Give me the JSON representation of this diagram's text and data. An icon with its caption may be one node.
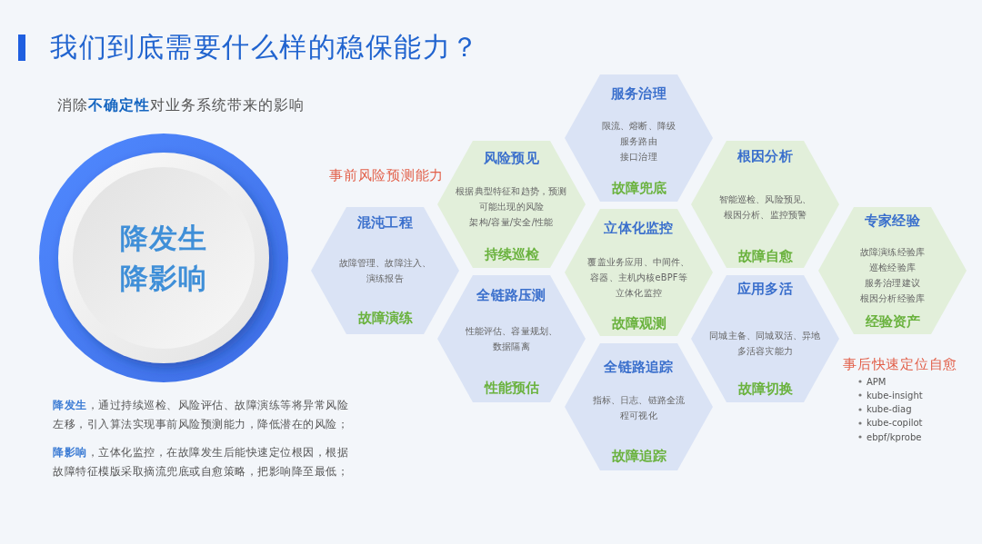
{
  "diagram": {
    "title": "我们到底需要什么样的稳保能力？",
    "nodes": [
      {
        "text": [
          "降发生",
          "降影响"
        ]
      },
      {
        "text": [
          "混沌工程",
          "故障管理、故障注入、演练报告",
          "故障演练"
        ]
      },
      {
        "text": [
          "风险预见",
          "根据典型特征和趋势，预测可能出现的风险",
          "架构/容量/安全/性能",
          "持续巡检"
        ]
      },
      {
        "text": [
          "全链路压测",
          "性能评估、容量规划、数据隔离",
          "性能预估"
        ]
      },
      {
        "text": [
          "服务治理",
          "限流、熔断、降级",
          "服务路由",
          "接口治理",
          "故障兜底"
        ]
      },
      {
        "text": [
          "立体化监控",
          "覆盖业务应用、中间件、容器、主机内核eBPF等立体化监控",
          "故障观测"
        ]
      },
      {
        "text": [
          "全链路追踪",
          "指标、日志、链路全流程可视化",
          "故障追踪"
        ]
      },
      {
        "text": [
          "根因分析",
          "智能巡检、风险预见、根因分析、监控预警",
          "故障自愈"
        ]
      },
      {
        "text": [
          "应用多活",
          "同城主备、同城双活、异地多活容灾能力",
          "故障切换"
        ]
      },
      {
        "text": [
          "专家经验",
          "故障演练经验库",
          "巡检经验库",
          "服务治理建议",
          "根因分析经验库",
          "经验资产"
        ]
      }
    ],
    "labels": [
      "消除**不确定性**对业务系统带来的影响",
      "事前风险预测能力",
      "**降发生**，通过持续巡检、风险评估、故障演练等将异常风险左移，引入算法实现事前风险预测能力，降低潜在的风险；",
      "**降影响**，立体化监控，在故障发生后能快速定位根因，根据故障特征模版采取摘流兜底或自愈策略，把影响降至最低；",
      "事后快速定位自愈",
      "APM",
      "kube-insight",
      "kube-diag",
      "kube-copilot",
      "ebpf/kprobe"
    ]
  }
}
